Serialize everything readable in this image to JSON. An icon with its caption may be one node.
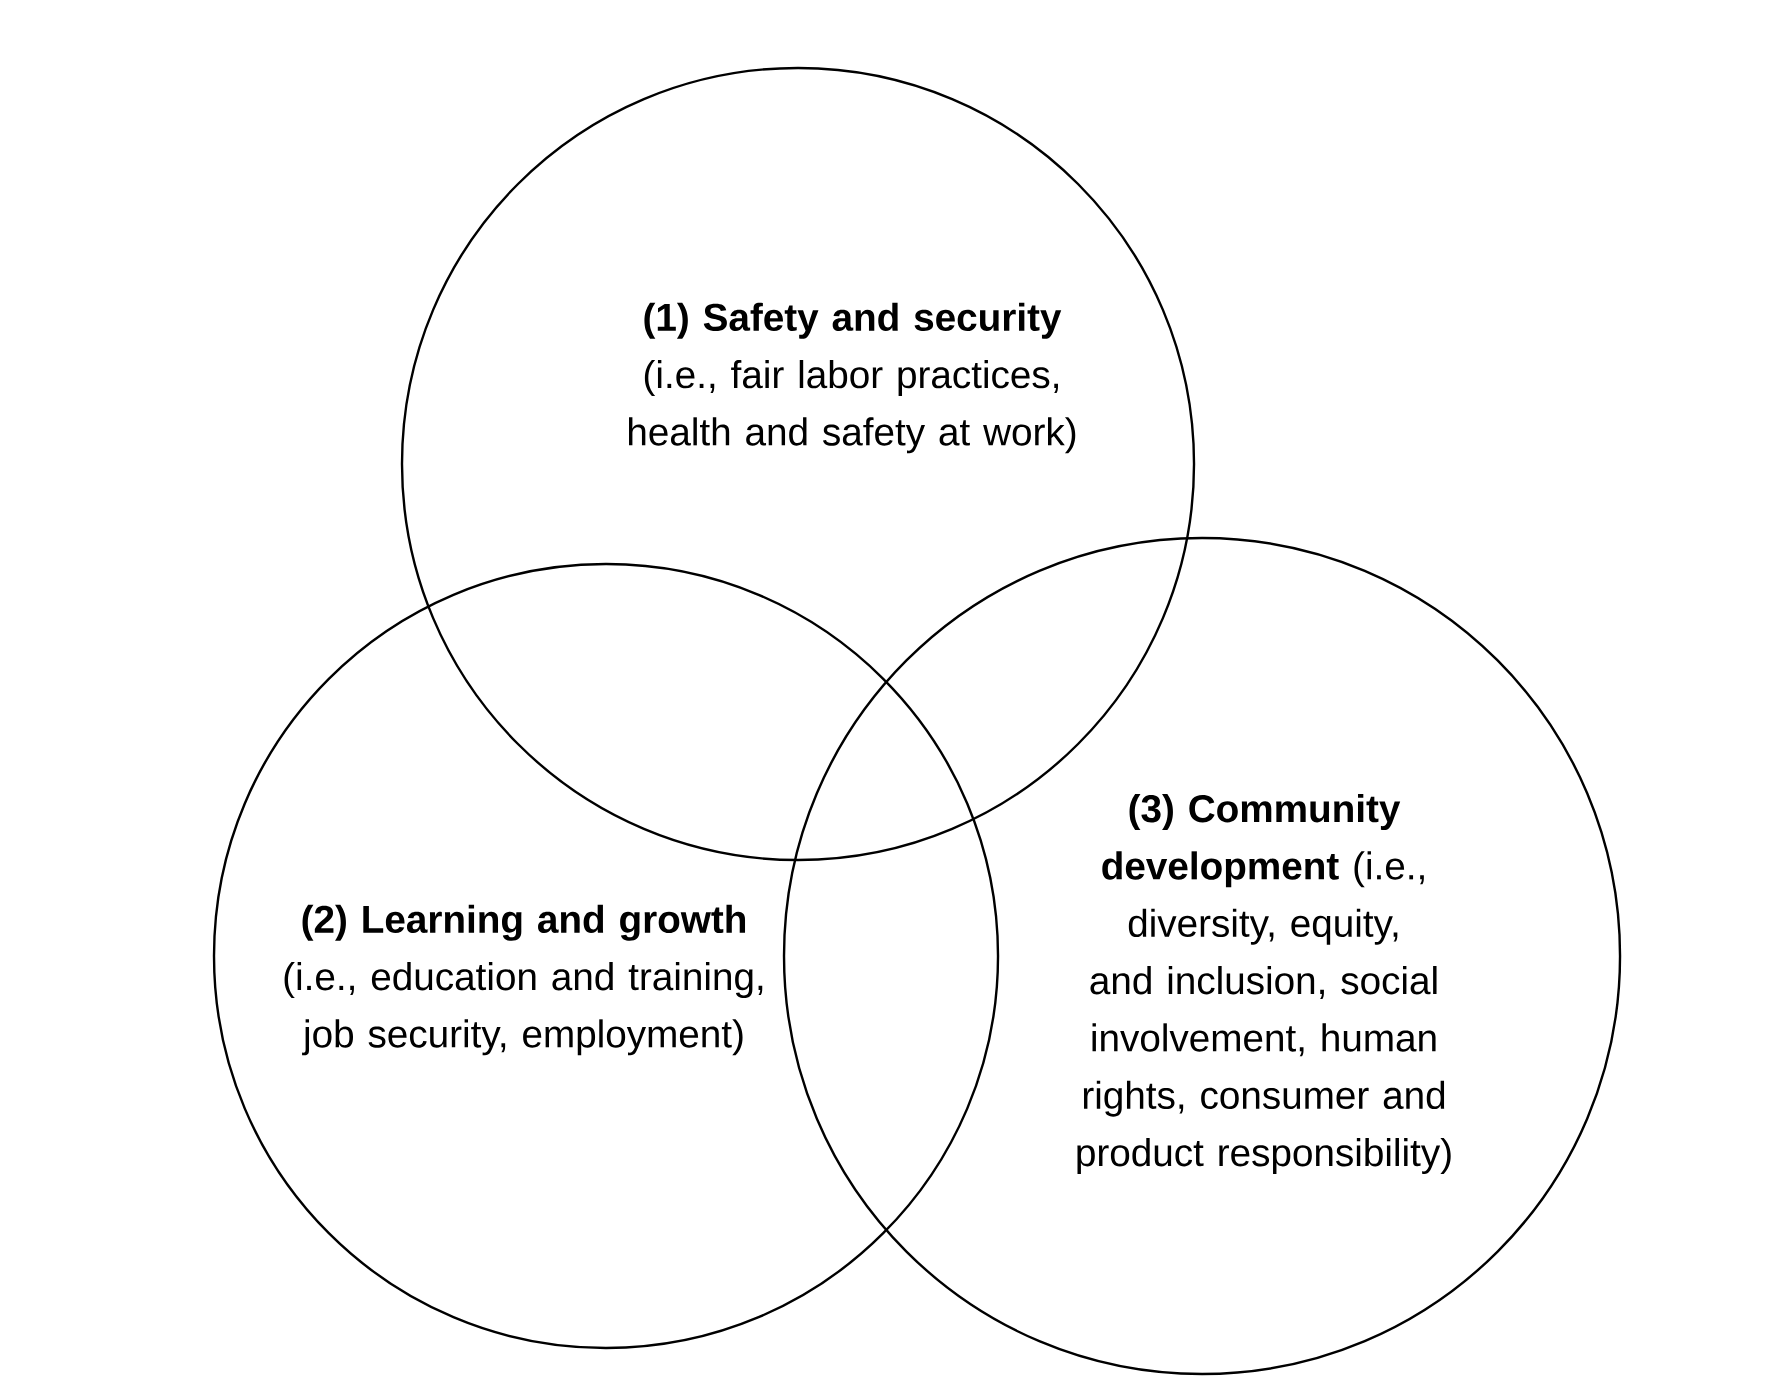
{
  "diagram": {
    "nodes": [
      {
        "text": [
          "**(1) Safety and security** (i.e., fair labor practices, health and safety at work)"
        ]
      },
      {
        "text": [
          "**(2) Learning and growth** (i.e., education and training, job security, employment)"
        ]
      },
      {
        "text": [
          "**(3) Community development** (i.e., diversity, equity, and inclusion, social involvement, human rights, consumer and product responsibility)"
        ]
      }
    ]
  }
}
